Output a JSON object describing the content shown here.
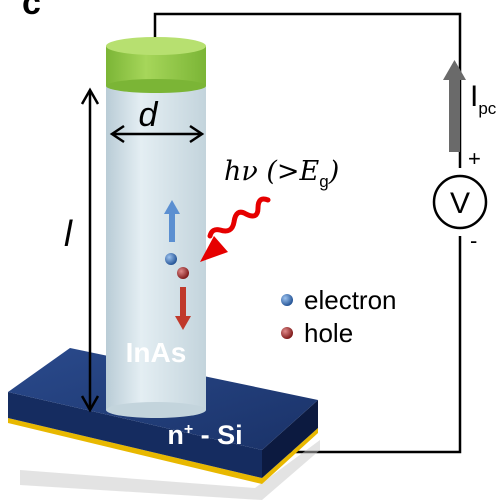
{
  "panel_label": "c",
  "nanowire_material": "InAs",
  "substrate_label": "n",
  "substrate_sup": "+",
  "substrate_suffix": " - Si",
  "dimension_diameter": "d",
  "dimension_length": "l",
  "photon": {
    "main": "hν (>E",
    "sub": "g",
    "close": ")"
  },
  "current": {
    "main": "I",
    "sub": "pc"
  },
  "voltmeter": {
    "symbol": "V",
    "plus": "+",
    "minus": "-"
  },
  "legend": {
    "electron": "electron",
    "hole": "hole"
  },
  "colors": {
    "wire_body": "#d9e6ec",
    "wire_cap": "#8dc63f",
    "substrate_top": "#1f3b7a",
    "substrate_side": "#0f1f4d",
    "gold": "#e8b800",
    "electron": "#3a6fb5",
    "hole": "#a02a2a",
    "photon": "#e60000",
    "arrow_up": "#5b8fd1",
    "arrow_down": "#c0392b",
    "current_arrow": "#6a6a6a"
  }
}
